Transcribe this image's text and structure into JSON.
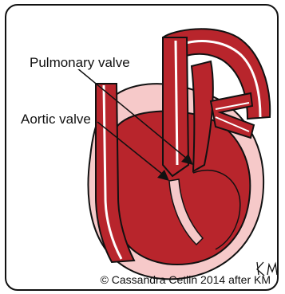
{
  "labels": {
    "pulmonary_valve": "Pulmonary valve",
    "aortic_valve": "Aortic valve"
  },
  "credit": "© Cassandra Cetlin 2014 after KM",
  "signature": "KM",
  "colors": {
    "muscle": "#b8252c",
    "pericardium": "#f6c9c9",
    "outline": "#111111",
    "vessel_wall": "#ffffff"
  }
}
